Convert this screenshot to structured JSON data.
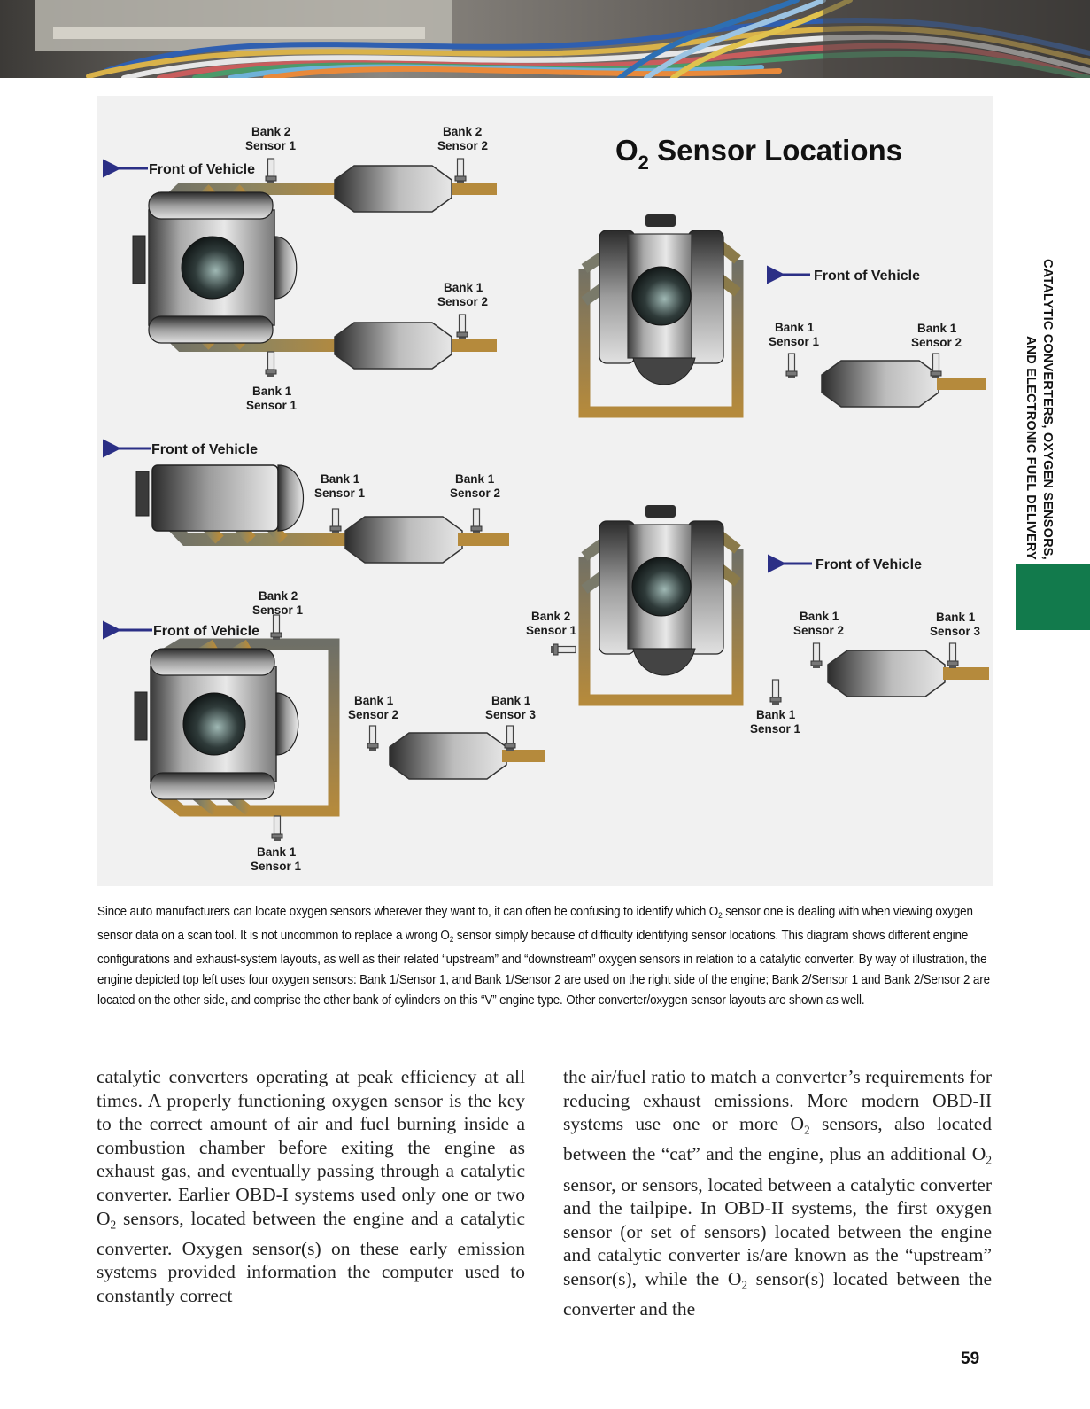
{
  "figure": {
    "title_main": "O",
    "title_sub": "2",
    "title_rest": " Sensor Locations",
    "front_label": "Front of Vehicle",
    "labels": {
      "b2s1": "Bank 2",
      "b2s1b": "Sensor 1",
      "b2s2": "Bank 2",
      "b2s2b": "Sensor 2",
      "b1s2": "Bank 1",
      "b1s2b": "Sensor 2",
      "b1s1": "Bank 1",
      "b1s1b": "Sensor 1",
      "b1s3": "Bank 1",
      "b1s3b": "Sensor 3"
    }
  },
  "caption": {
    "p1": "Since auto manufacturers can locate oxygen sensors wherever they want to, it can often be confusing to identify which O",
    "p2": " sensor one is dealing with when viewing oxygen sensor data on a scan tool. It is not uncommon to replace a wrong O",
    "p3": " sensor simply because of difficulty identifying sensor locations. This diagram shows different engine configurations and exhaust-system layouts, as well as their related “upstream” and “downstream” oxygen sensors in relation to a catalytic converter. By way of illustration, the engine depicted top left uses four oxygen sensors: Bank 1/Sensor 1, and Bank 1/Sensor 2 are used on the right side of the engine; Bank 2/Sensor 1 and Bank 2/Sensor 2 are located on the other side, and comprise the other bank of cylinders on this “V” engine type. Other converter/oxygen sensor layouts are shown as well.",
    "sub": "2"
  },
  "body": {
    "left_a": "catalytic converters operating at peak efficiency at all times. A properly functioning oxygen sensor is the key to the correct amount of air and fuel burning inside a combustion chamber before exiting the engine as exhaust gas, and eventually passing through a catalytic converter. Earlier OBD-I systems used only one or two O",
    "left_b": " sensors, located between the engine and a catalytic converter. Oxygen sensor(s) on these early emission systems provided information the computer used to constantly correct",
    "right_a": "the air/fuel ratio to match a converter’s requirements for reducing exhaust emissions. More modern OBD-II systems use one or more O",
    "right_b": " sensors, also located between the “cat” and the engine, plus an additional O",
    "right_c": " sensor, or sensors, located between a catalytic converter and the tailpipe. In OBD-II systems, the first oxygen sensor (or set of sensors) located between the engine and catalytic converter is/are known as the “upstream” sensor(s), while the O",
    "right_d": " sensor(s) located between the converter and the",
    "sub": "2"
  },
  "side_title": {
    "line1": "CATALYTIC CONVERTERS, OXYGEN SENSORS,",
    "line2": "AND ELECTRONIC FUEL DELIVERY"
  },
  "page_number": "59",
  "colors": {
    "accent_tab": "#127a4c",
    "arrow": "#2b2f86",
    "pipe": "#8a7a4a"
  }
}
